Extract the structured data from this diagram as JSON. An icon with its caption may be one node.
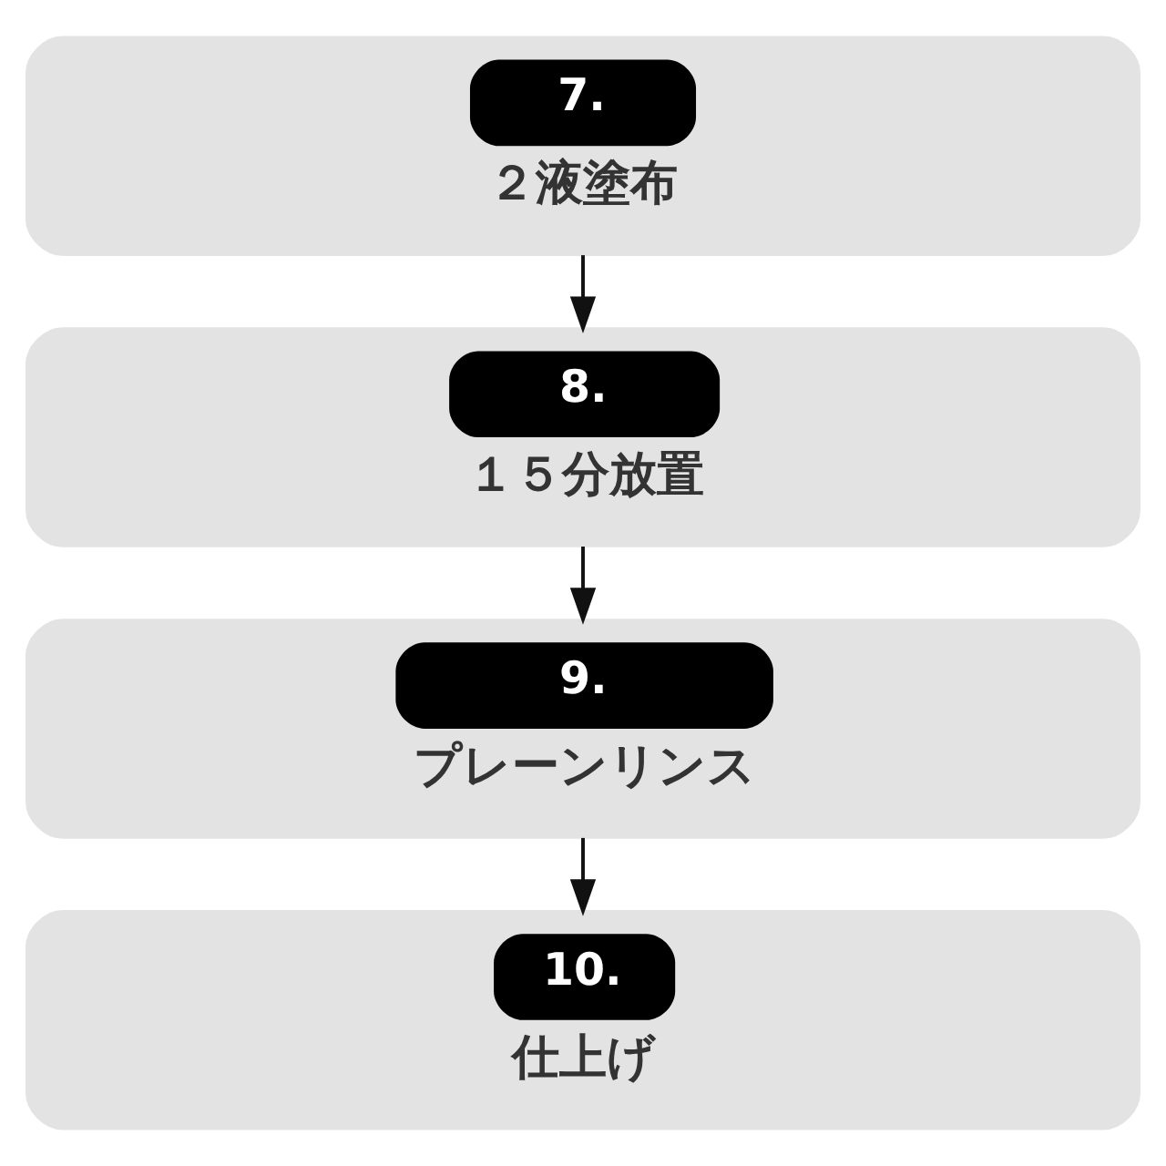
{
  "diagram": {
    "nodes": [
      {
        "text": [
          "7.",
          "２液塗布"
        ]
      },
      {
        "text": [
          "8.",
          "１５分放置"
        ]
      },
      {
        "text": [
          "9.",
          "プレーンリンス"
        ]
      },
      {
        "text": [
          "10.",
          "仕上げ"
        ]
      }
    ],
    "edges": [
      {
        "from": 0,
        "to": 1,
        "arrow": "to"
      },
      {
        "from": 1,
        "to": 2,
        "arrow": "to"
      },
      {
        "from": 2,
        "to": 3,
        "arrow": "to"
      }
    ]
  }
}
